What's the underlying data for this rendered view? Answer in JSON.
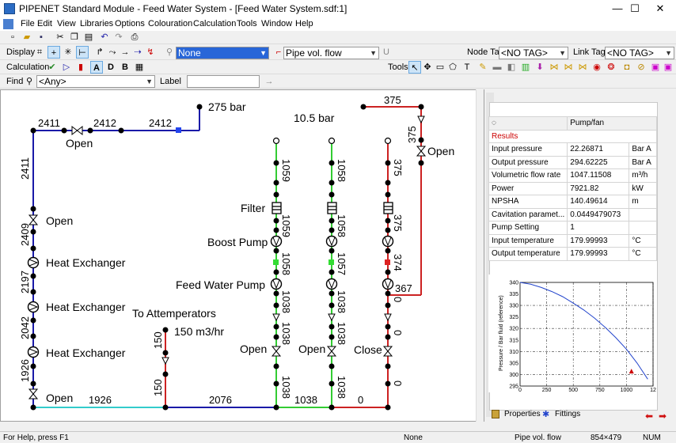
{
  "window": {
    "title": "PIPENET Standard Module - Feed Water System - [Feed Water System.sdf:1]",
    "minimize": "—",
    "maximize": "☐",
    "close": "✕"
  },
  "menu": [
    "File",
    "Edit",
    "View",
    "Libraries",
    "Options",
    "Colouration",
    "Calculation",
    "Tools",
    "Window",
    "Help"
  ],
  "toolbar": {
    "display_label": "Display",
    "display_combo": "None",
    "display_combo2": "Pipe vol. flow",
    "node_tag_label": "Node Tag",
    "node_tag_value": "<NO TAG>",
    "link_tag_label": "Link Tag",
    "link_tag_value": "<NO TAG>",
    "calculation_label": "Calculation",
    "tools_label": "Tools",
    "find_label": "Find",
    "find_value": "<Any>",
    "label_label": "Label"
  },
  "diagram": {
    "pressures": {
      "top": "275 bar",
      "middle": "10.5 bar",
      "attemp_flow": "150 m3/hr"
    },
    "labels": {
      "open1": "Open",
      "open2": "Open",
      "open3": "Open",
      "open4": "Open",
      "open5": "Open",
      "open6": "Open",
      "close": "Close",
      "hx1": "Heat Exchanger",
      "hx2": "Heat Exchanger",
      "hx3": "Heat Exchanger",
      "filter": "Filter",
      "boost": "Boost Pump",
      "feed": "Feed Water Pump",
      "attemp": "To Attemperators"
    },
    "flows": {
      "f2411a": "2411",
      "f2412a": "2412",
      "f2412b": "2412",
      "f2411v": "2411",
      "f2409": "2409",
      "f2197": "2197",
      "f2042": "2042",
      "f1926v": "1926",
      "f1926h": "1926",
      "f2076": "2076",
      "f1038h": "1038",
      "f0h": "0",
      "f150a": "150",
      "f150b": "150",
      "c1_1059": "1059",
      "c1_1059b": "1059",
      "c1_1058": "1058",
      "c1_1038": "1038",
      "c1_1038b": "1038",
      "c1_1038c": "1038",
      "c2_1058": "1058",
      "c2_1058b": "1058",
      "c2_1057": "1057",
      "c2_1038": "1038",
      "c2_1038b": "1038",
      "c2_1038c": "1038",
      "c3_375": "375",
      "c3_375b": "375",
      "c3_374": "374",
      "c3_0a": "0",
      "c3_0b": "0",
      "c3_0c": "0",
      "r375top": "375",
      "r375v": "375",
      "r367": "367"
    }
  },
  "properties": {
    "header": "Pump/fan",
    "section": "Results",
    "rows": [
      {
        "name": "Input pressure",
        "value": "22.26871",
        "unit": "Bar A"
      },
      {
        "name": "Output pressure",
        "value": "294.62225",
        "unit": "Bar A"
      },
      {
        "name": "Volumetric flow rate",
        "value": "1047.11508",
        "unit": "m³/h"
      },
      {
        "name": "Power",
        "value": "7921.82",
        "unit": "kW"
      },
      {
        "name": "NPSHA",
        "value": "140.49614",
        "unit": "m"
      },
      {
        "name": "Cavitation paramet...",
        "value": "0.0449479073",
        "unit": ""
      },
      {
        "name": "Pump Setting",
        "value": "1",
        "unit": ""
      },
      {
        "name": "Input temperature",
        "value": "179.99993",
        "unit": "°C"
      },
      {
        "name": "Output temperature",
        "value": "179.99993",
        "unit": "°C"
      }
    ],
    "tabs": [
      "Properties",
      "Fittings"
    ]
  },
  "chart_data": {
    "type": "line",
    "title": "",
    "xlabel": "",
    "ylabel": "Pressure / Bar fluid (reference)",
    "xlim": [
      0,
      1250
    ],
    "ylim": [
      295,
      340
    ],
    "xticks": [
      "0",
      "250",
      "500",
      "750",
      "1000",
      "12"
    ],
    "yticks": [
      "295",
      "300",
      "305",
      "310",
      "315",
      "320",
      "325",
      "330",
      "335",
      "340"
    ],
    "x": [
      0,
      100,
      200,
      300,
      400,
      500,
      600,
      700,
      800,
      900,
      1000,
      1100,
      1200
    ],
    "y": [
      340,
      339.2,
      337.8,
      336.0,
      333.8,
      331.0,
      328.0,
      324.5,
      320.5,
      316.0,
      311.0,
      305.0,
      298.0
    ],
    "operating_point": {
      "x": 1047,
      "y": 301.5
    },
    "grid": true,
    "colors": {
      "line": "#2244cc",
      "point": "#cc0000"
    }
  },
  "status": {
    "help": "For Help, press F1",
    "mode": "None",
    "display": "Pipe vol. flow",
    "coords": "854×479",
    "num": "NUM"
  }
}
